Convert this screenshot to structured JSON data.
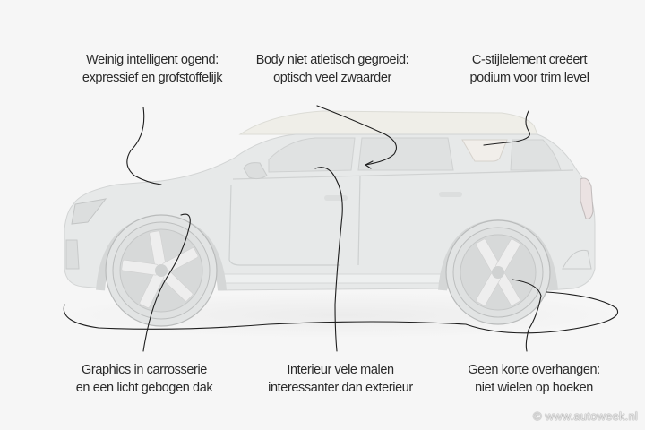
{
  "annotations": {
    "top_left": {
      "line1": "Weinig intelligent ogend:",
      "line2": "expressief en grofstoffelijk"
    },
    "top_center": {
      "line1": "Body niet atletisch gegroeid:",
      "line2": "optisch veel zwaarder"
    },
    "top_right": {
      "line1": "C-stijlelement creëert",
      "line2": "podium voor trim level"
    },
    "bottom_left": {
      "line1": "Graphics in carrosserie",
      "line2": "en een licht gebogen dak"
    },
    "bottom_center": {
      "line1": "Interieur vele malen",
      "line2": "interessanter dan exterieur"
    },
    "bottom_right": {
      "line1": "Geen korte overhangen:",
      "line2": "niet wielen op hoeken"
    }
  },
  "illustration": {
    "subject": "car-side-profile",
    "body_color": "#e6e8e8",
    "background_color": "#f6f6f6",
    "ink_color": "#1e1e1e"
  },
  "watermark": "© www.autoweek.nl"
}
